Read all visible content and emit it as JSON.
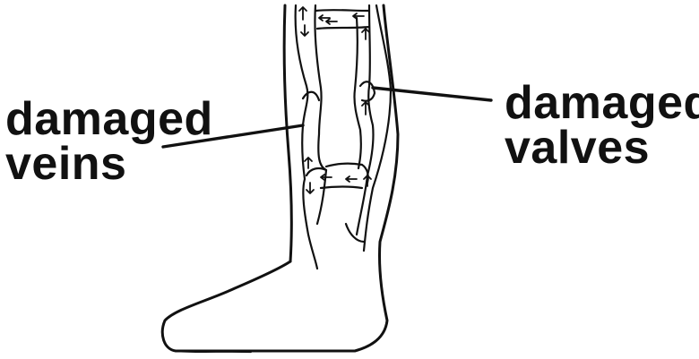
{
  "labels": {
    "left": {
      "line1": "damaged",
      "line2": "veins"
    },
    "right": {
      "line1": "damaged",
      "line2": "valves"
    }
  }
}
